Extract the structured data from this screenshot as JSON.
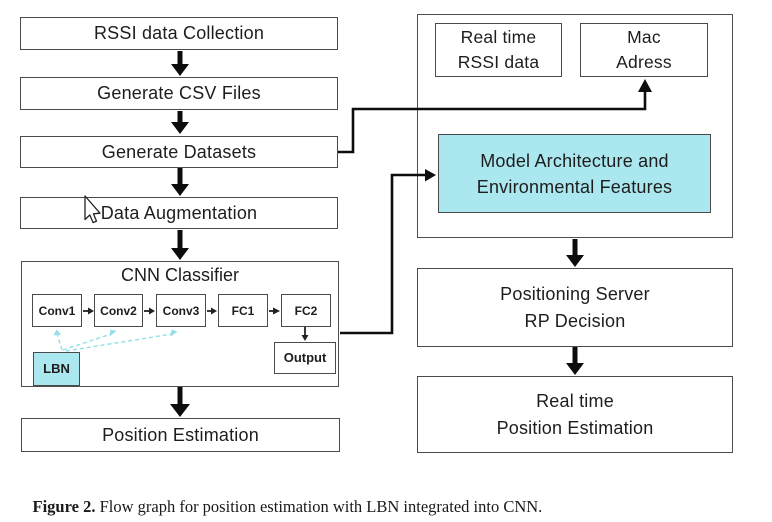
{
  "figure": {
    "left_flow": {
      "steps": [
        "RSSI data Collection",
        "Generate CSV Files",
        "Generate Datasets",
        "Data Augmentation"
      ],
      "cnn": {
        "title": "CNN Classifier",
        "layers": [
          "Conv1",
          "Conv2",
          "Conv3",
          "FC1",
          "FC2"
        ],
        "output": "Output",
        "lbn": "LBN"
      },
      "final": "Position Estimation"
    },
    "right_flow": {
      "realtime_rssi": "Real time\nRSSI data",
      "mac_address": "Mac\nAdress",
      "model_box": "Model Architecture and\nEnvironmental Features",
      "server_box": "Positioning Server\nRP Decision",
      "output_box": "Real time\nPosition Estimation"
    },
    "caption": {
      "label": "Figure 2.",
      "text": " Flow graph for position estimation with LBN integrated into CNN."
    }
  },
  "colors": {
    "accent_cyan": "#abe7ee",
    "dashed_cyan": "#90dfe9",
    "arrow_black": "#0d0d0d",
    "border_gray": "#4a4a4a"
  }
}
